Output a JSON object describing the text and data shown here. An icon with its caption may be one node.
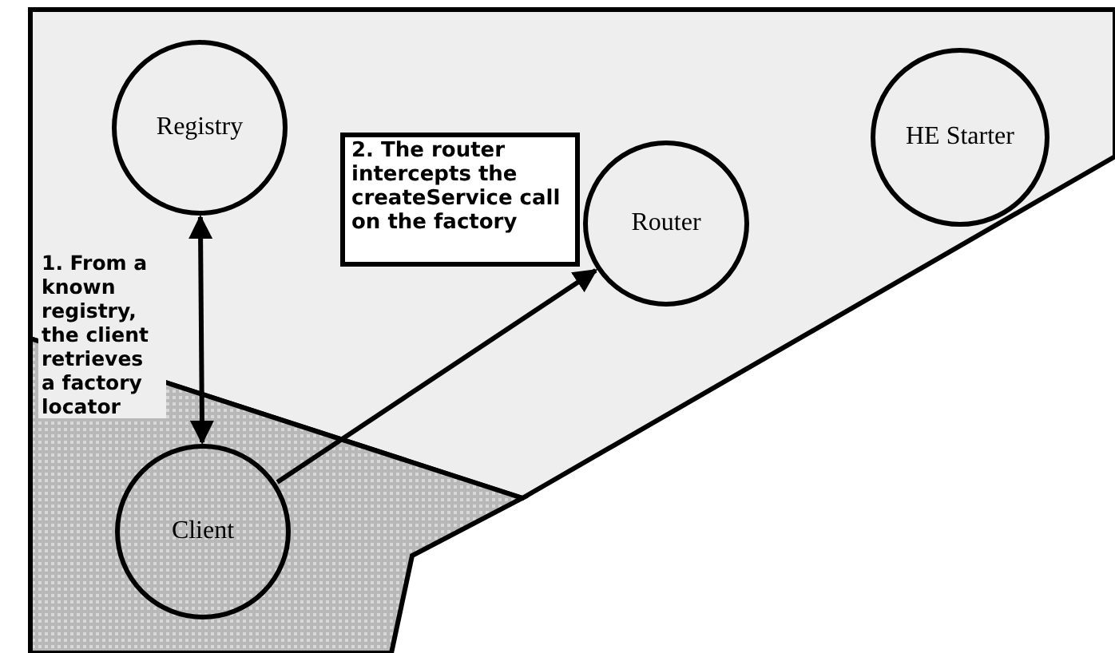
{
  "diagram": {
    "nodes": [
      {
        "text": [
          "Registry"
        ]
      },
      {
        "text": [
          "Router"
        ]
      },
      {
        "text": [
          "HE Starter"
        ]
      },
      {
        "text": [
          "Client"
        ]
      },
      {
        "text": [
          "2. The router intercepts the createService call on the factory"
        ]
      }
    ],
    "edges": [
      {
        "from": 0,
        "to": 3,
        "arrow": "both"
      },
      {
        "from": 3,
        "to": 1,
        "arrow": "to"
      }
    ],
    "labels": [
      "1. From a known registry, the client retrieves a factory locator"
    ]
  }
}
